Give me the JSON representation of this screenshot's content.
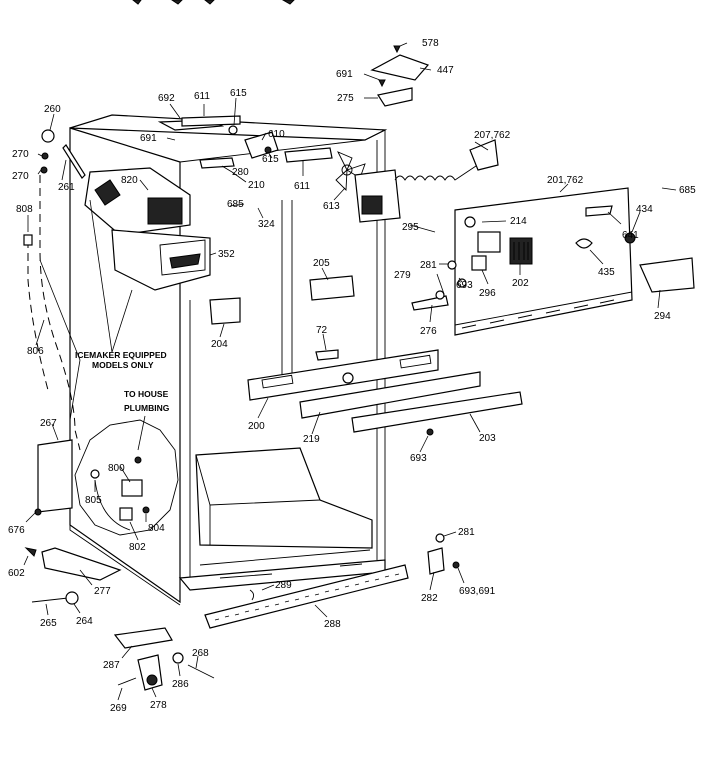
{
  "diagram": {
    "labels": [
      "578",
      "447",
      "691",
      "275",
      "692",
      "611",
      "615",
      "610",
      "691",
      "280",
      "210",
      "615",
      "611",
      "613",
      "207,762",
      "685",
      "201,762",
      "434",
      "641",
      "435",
      "294",
      "260",
      "270",
      "270",
      "261",
      "820",
      "685",
      "324",
      "352",
      "808",
      "214",
      "295",
      "281",
      "693",
      "279",
      "296",
      "202",
      "276",
      "205",
      "204",
      "806",
      "72",
      "200",
      "219",
      "203",
      "693",
      "267",
      "800",
      "805",
      "804",
      "802",
      "676",
      "602",
      "277",
      "265",
      "264",
      "289",
      "288",
      "281",
      "282",
      "693,691",
      "287",
      "278",
      "286",
      "268",
      "269"
    ],
    "notes": {
      "icemaker": [
        "ICEMAKER EQUIPPED",
        "MODELS ONLY"
      ],
      "plumbing": [
        "TO HOUSE",
        "PLUMBING"
      ]
    }
  }
}
